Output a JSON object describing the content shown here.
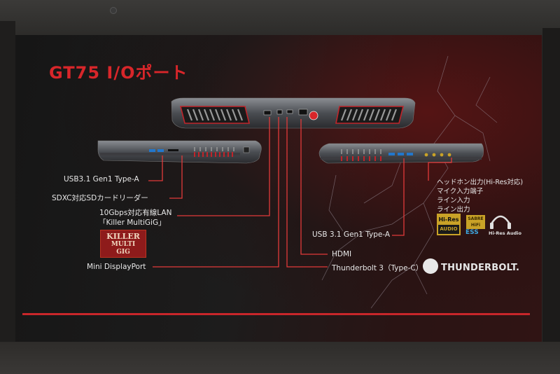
{
  "slide": {
    "title": "GT75 I/Oポート"
  },
  "labels": {
    "left_usb": "USB3.1 Gen1 Type-A",
    "sd_reader": "SDXC対応SDカードリーダー",
    "lan_line1": "10Gbps対応有線LAN",
    "lan_line2": "「Killer MultiGiG」",
    "mini_dp": "Mini DisplayPort",
    "right_usb": "USB 3.1 Gen1 Type-A",
    "hdmi": "HDMI",
    "thunderbolt": "Thunderbolt 3（Type-C）",
    "audio_line1": "ヘッドホン出力(Hi-Res対応)",
    "audio_line2": "マイク入力端子",
    "audio_line3": "ライン入力",
    "audio_line4": "ライン出力"
  },
  "logos": {
    "killer_line1": "KILLER",
    "killer_line2": "MULTI",
    "killer_line3": "GIG",
    "thunderbolt_brand": "THUNDERBOLT.",
    "hires_top": "Hi-Res",
    "hires_bottom": "AUDIO",
    "sabre_line1": "SABRE",
    "sabre_line2": "HiFi",
    "ess": "ESS",
    "hires_audio_headphone": "Hi-Res Audio"
  },
  "colors": {
    "accent_red": "#d8262a",
    "callout_line": "#e23a3a",
    "hires_gold": "#c9a227",
    "ess_blue": "#3da7e0"
  },
  "icons": {
    "thunderbolt": "thunderbolt-bolt-icon",
    "hires_headphone": "headphone-icon",
    "lightning_background": "lightning-decoration"
  }
}
